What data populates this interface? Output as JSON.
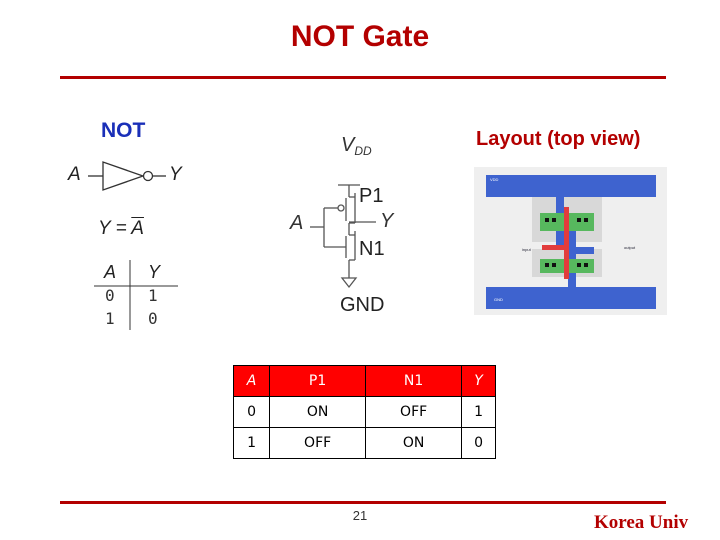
{
  "slide": {
    "title": "NOT Gate",
    "page_number": "21",
    "brand": "Korea Univ"
  },
  "gate_symbol": {
    "label": "NOT",
    "input": "A",
    "output": "Y",
    "equation_lhs": "Y = ",
    "equation_rhs": "A"
  },
  "truth_table": {
    "headers": [
      "A",
      "Y"
    ],
    "rows": [
      [
        "0",
        "1"
      ],
      [
        "1",
        "0"
      ]
    ]
  },
  "schematic": {
    "supply": "V",
    "supply_sub": "DD",
    "pmos": "P1",
    "nmos": "N1",
    "input": "A",
    "output": "Y",
    "ground": "GND"
  },
  "layout": {
    "label": "Layout (top view)",
    "vdd_tag": "V",
    "vdd_tag_sub": "DD",
    "input_tag": "input",
    "output_tag": "output",
    "gnd_tag": "GND",
    "colors": {
      "metal": "#3e63cf",
      "poly": "#e23c3c",
      "diffusion": "#57b85e",
      "well": "#dcdcdc",
      "contact": "#111111"
    }
  },
  "state_table": {
    "headers": [
      "A",
      "P1",
      "N1",
      "Y"
    ],
    "rows": [
      [
        "0",
        "ON",
        "OFF",
        "1"
      ],
      [
        "1",
        "OFF",
        "ON",
        "0"
      ]
    ]
  },
  "colors": {
    "accent": "#b30000",
    "header_fill": "#ff0000",
    "not_label": "#1a2fb8"
  }
}
